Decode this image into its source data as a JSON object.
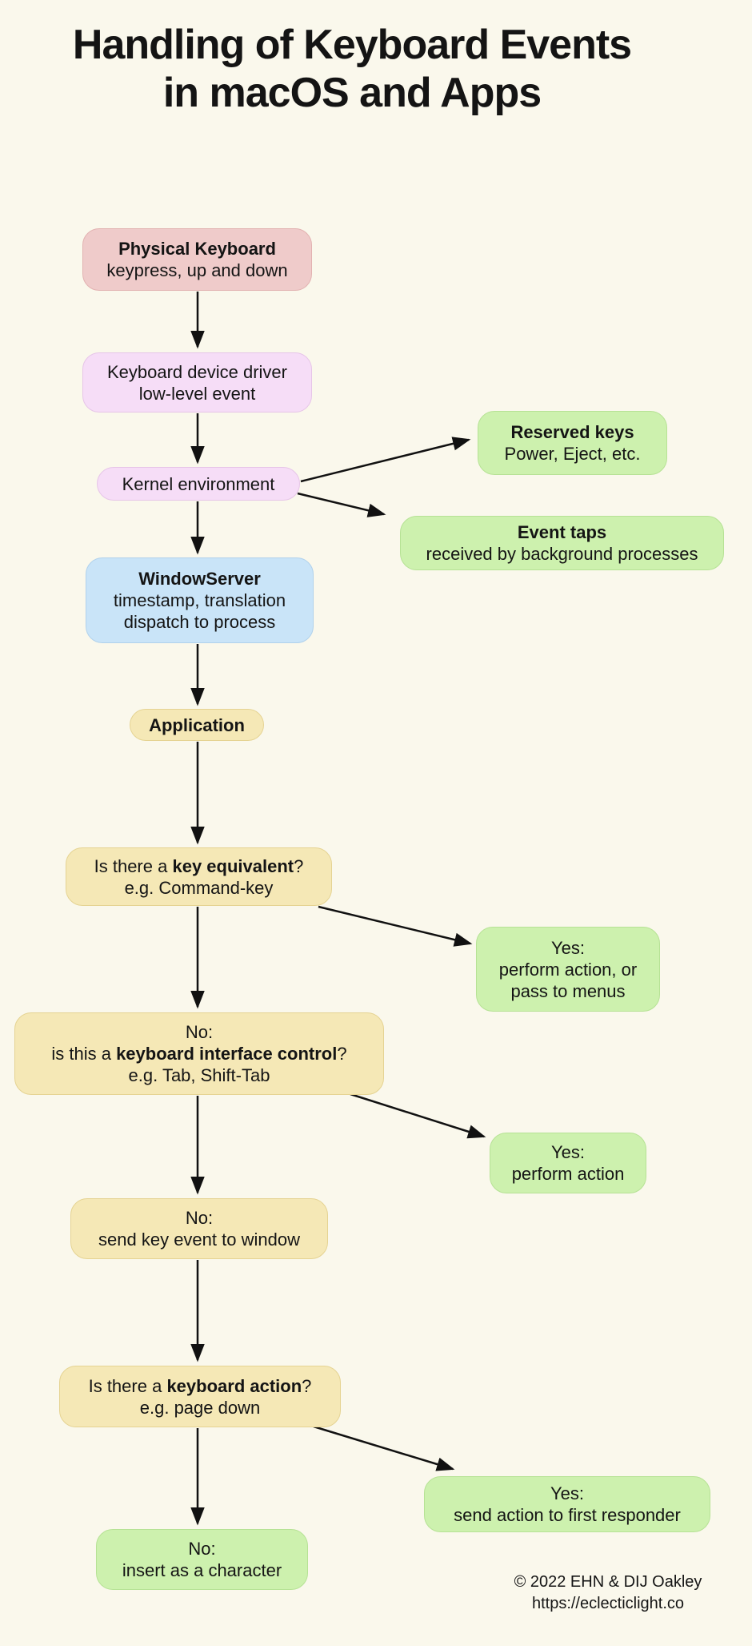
{
  "title": {
    "line1": "Handling of Keyboard Events",
    "line2": "in macOS and Apps"
  },
  "nodes": {
    "physical_keyboard": {
      "line1": "Physical Keyboard",
      "line2": "keypress, up and down"
    },
    "device_driver": {
      "line1": "Keyboard device driver",
      "line2": "low-level event"
    },
    "kernel": {
      "line1": "Kernel environment"
    },
    "reserved_keys": {
      "line1": "Reserved keys",
      "line2": "Power, Eject, etc."
    },
    "event_taps": {
      "line1": "Event taps",
      "line2": "received by background processes"
    },
    "window_server": {
      "line1": "WindowServer",
      "line2": "timestamp, translation",
      "line3": "dispatch to process"
    },
    "application": {
      "line1": "Application"
    },
    "key_equivalent": {
      "line1_pre": "Is there a ",
      "line1_bold": "key equivalent",
      "line1_post": "?",
      "line2": "e.g. Command-key"
    },
    "yes_menus": {
      "line1": "Yes:",
      "line2": "perform action, or",
      "line3": "pass to menus"
    },
    "interface_control": {
      "line1": "No:",
      "line2_pre": "is this a ",
      "line2_bold": "keyboard interface control",
      "line2_post": "?",
      "line3": "e.g. Tab, Shift-Tab"
    },
    "yes_perform": {
      "line1": "Yes:",
      "line2": "perform action"
    },
    "send_key_event": {
      "line1": "No:",
      "line2": "send key event to window"
    },
    "keyboard_action": {
      "line1_pre": "Is there a ",
      "line1_bold": "keyboard action",
      "line1_post": "?",
      "line2": "e.g. page down"
    },
    "yes_first_responder": {
      "line1": "Yes:",
      "line2": "send action to first responder"
    },
    "insert_character": {
      "line1": "No:",
      "line2": "insert as a character"
    }
  },
  "edges": [
    {
      "from": "physical_keyboard",
      "to": "device_driver"
    },
    {
      "from": "device_driver",
      "to": "kernel"
    },
    {
      "from": "kernel",
      "to": "reserved_keys"
    },
    {
      "from": "kernel",
      "to": "event_taps"
    },
    {
      "from": "kernel",
      "to": "window_server"
    },
    {
      "from": "window_server",
      "to": "application"
    },
    {
      "from": "application",
      "to": "key_equivalent"
    },
    {
      "from": "key_equivalent",
      "to": "yes_menus"
    },
    {
      "from": "key_equivalent",
      "to": "interface_control"
    },
    {
      "from": "interface_control",
      "to": "yes_perform"
    },
    {
      "from": "interface_control",
      "to": "send_key_event"
    },
    {
      "from": "send_key_event",
      "to": "keyboard_action"
    },
    {
      "from": "keyboard_action",
      "to": "yes_first_responder"
    },
    {
      "from": "keyboard_action",
      "to": "insert_character"
    }
  ],
  "footer": {
    "line1": "© 2022 EHN & DIJ Oakley",
    "line2": "https://eclecticlight.co"
  },
  "colors": {
    "background": "#FAF8EC",
    "pink": "#EFCBCA",
    "lilac": "#F6DDF7",
    "blue": "#C9E4F8",
    "yellow": "#F5E8B6",
    "green": "#CDF1AE",
    "arrow": "#111111",
    "text": "#141414"
  }
}
